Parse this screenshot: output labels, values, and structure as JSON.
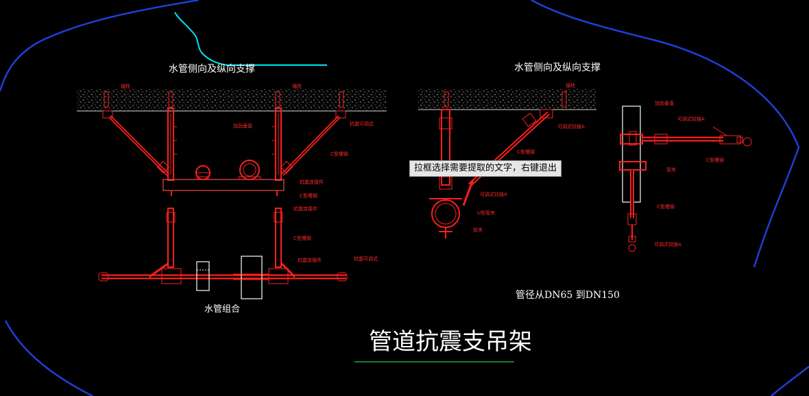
{
  "titles": {
    "left_section": "水管侧向及纵向支撑",
    "right_section": "水管侧向及纵向支撑",
    "bottom_left_caption": "水管组合",
    "pipe_range": "管径从DN65 到DN150",
    "main_title": "管道抗震支吊架"
  },
  "labels": {
    "anchor_1": "锚栓",
    "anchor_2": "锚栓",
    "anchor_3": "锚栓",
    "adjust_bracket_1": "抗震可调式",
    "c_steel_1": "C型槽钢",
    "reinforce": "加劲垂直",
    "connector_1": "抗震连接件",
    "c_steel_2": "C型槽钢",
    "connector_2": "抗震连接件",
    "c_steel_3": "C型槽钢",
    "connector_3": "抗震连接件",
    "connector_4": "抗震可调式",
    "r_adjust_1": "可调式铰链A",
    "r_c_steel": "C型槽钢",
    "r_adjust_2": "可调式铰链A",
    "u_clamp": "U型管夹",
    "pipe_clamp": "管夹",
    "fr_reinforce": "加劲垂直",
    "fr_adjust_1": "可调式铰链A",
    "fr_c_steel_1": "C型槽钢",
    "fr_pipe_clamp": "管夹",
    "fr_c_steel_2": "C型槽钢",
    "fr_adjust_2": "可调式铰链A"
  },
  "tooltip": {
    "text": "拉框选择需要提取的文字，右键退出"
  },
  "colors": {
    "background": "#000000",
    "drawing": "#ff1f1f",
    "boundary": "#1f3fd6",
    "cyan_line": "#00e5ff",
    "title_underline": "#1fcf3f",
    "text": "#ffffff"
  }
}
